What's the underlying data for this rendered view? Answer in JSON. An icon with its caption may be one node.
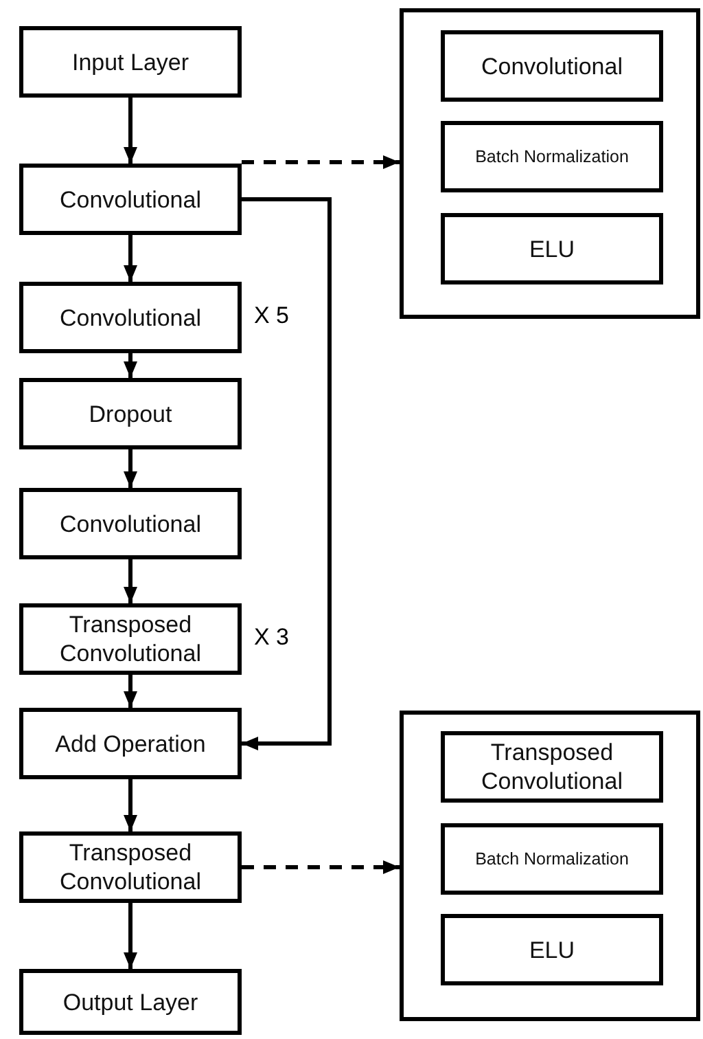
{
  "diagram": {
    "nodes": [
      {
        "text": [
          "Input Layer"
        ]
      },
      {
        "text": [
          "Convolutional"
        ]
      },
      {
        "text": [
          "Convolutional"
        ],
        "beside": [
          "X 5"
        ]
      },
      {
        "text": [
          "Dropout"
        ]
      },
      {
        "text": [
          "Convolutional"
        ]
      },
      {
        "text": [
          "Transposed Convolutional"
        ],
        "beside": [
          "X 3"
        ]
      },
      {
        "text": [
          "Add Operation"
        ]
      },
      {
        "text": [
          "Transposed Convolutional"
        ]
      },
      {
        "text": [
          "Output Layer"
        ]
      },
      {
        "text": [],
        "shape": "box"
      },
      {
        "text": [
          "Convolutional"
        ],
        "in": 9
      },
      {
        "text": [
          "Batch Normalization"
        ],
        "in": 9
      },
      {
        "text": [
          "ELU"
        ],
        "in": 9
      },
      {
        "text": [],
        "shape": "box"
      },
      {
        "text": [
          "Transposed Convolutional"
        ],
        "in": 13
      },
      {
        "text": [
          "Batch Normalization"
        ],
        "in": 13
      },
      {
        "text": [
          "ELU"
        ],
        "in": 13
      }
    ],
    "edges": [
      {
        "from": 0,
        "to": 1,
        "arrow": "to"
      },
      {
        "from": 1,
        "to": 2,
        "arrow": "to"
      },
      {
        "from": 2,
        "to": 3,
        "arrow": "to"
      },
      {
        "from": 3,
        "to": 4,
        "arrow": "to"
      },
      {
        "from": 4,
        "to": 5,
        "arrow": "to"
      },
      {
        "from": 5,
        "to": 6,
        "arrow": "to"
      },
      {
        "from": 1,
        "to": 6,
        "arrow": "to"
      },
      {
        "from": 6,
        "to": 7,
        "arrow": "to"
      },
      {
        "from": 7,
        "to": 8,
        "arrow": "to"
      },
      {
        "from": 1,
        "to": 9,
        "arrow": "to",
        "style": "dashed"
      },
      {
        "from": 7,
        "to": 13,
        "arrow": "to",
        "style": "dashed"
      }
    ]
  }
}
